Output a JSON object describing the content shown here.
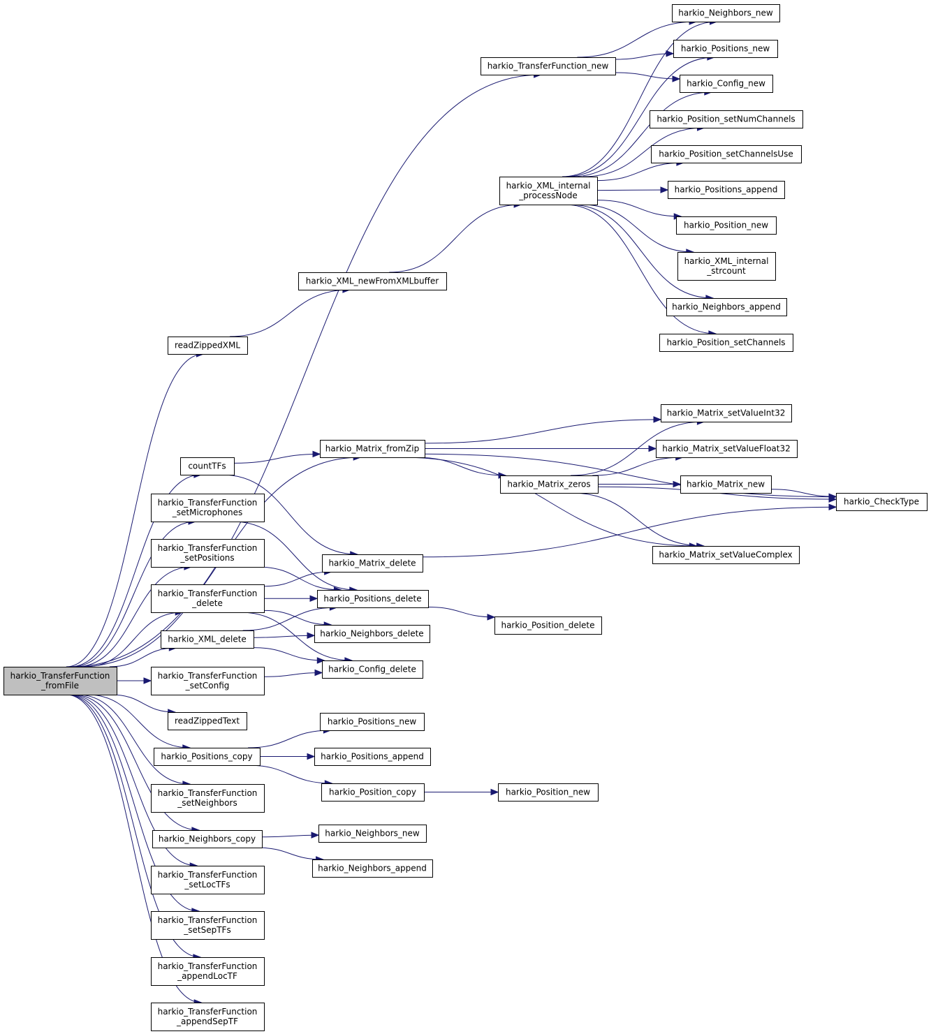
{
  "diagram": {
    "type": "call-graph",
    "root": "root",
    "nodes": [
      {
        "id": "root",
        "lines": [
          "harkio_TransferFunction",
          "_fromFile"
        ],
        "highlight": true
      },
      {
        "id": "tf_new",
        "lines": [
          "harkio_TransferFunction_new"
        ]
      },
      {
        "id": "nb_new_top",
        "lines": [
          "harkio_Neighbors_new"
        ]
      },
      {
        "id": "pos_new_top",
        "lines": [
          "harkio_Positions_new"
        ]
      },
      {
        "id": "cfg_new",
        "lines": [
          "harkio_Config_new"
        ]
      },
      {
        "id": "set_num_ch",
        "lines": [
          "harkio_Position_setNumChannels"
        ]
      },
      {
        "id": "set_ch_use",
        "lines": [
          "harkio_Position_setChannelsUse"
        ]
      },
      {
        "id": "positions_append_top",
        "lines": [
          "harkio_Positions_append"
        ]
      },
      {
        "id": "position_new_top",
        "lines": [
          "harkio_Position_new"
        ]
      },
      {
        "id": "strcount",
        "lines": [
          "harkio_XML_internal",
          "_strcount"
        ]
      },
      {
        "id": "nb_append_top",
        "lines": [
          "harkio_Neighbors_append"
        ]
      },
      {
        "id": "set_channels",
        "lines": [
          "harkio_Position_setChannels"
        ]
      },
      {
        "id": "process_node",
        "lines": [
          "harkio_XML_internal",
          "_processNode"
        ]
      },
      {
        "id": "xml_from_buf",
        "lines": [
          "harkio_XML_newFromXMLbuffer"
        ]
      },
      {
        "id": "read_zipped_xml",
        "lines": [
          "readZippedXML"
        ]
      },
      {
        "id": "matrix_from_zip",
        "lines": [
          "harkio_Matrix_fromZip"
        ]
      },
      {
        "id": "set_int32",
        "lines": [
          "harkio_Matrix_setValueInt32"
        ]
      },
      {
        "id": "set_float32",
        "lines": [
          "harkio_Matrix_setValueFloat32"
        ]
      },
      {
        "id": "matrix_zeros",
        "lines": [
          "harkio_Matrix_zeros"
        ]
      },
      {
        "id": "matrix_new",
        "lines": [
          "harkio_Matrix_new"
        ]
      },
      {
        "id": "check_type",
        "lines": [
          "harkio_CheckType"
        ]
      },
      {
        "id": "set_complex",
        "lines": [
          "harkio_Matrix_setValueComplex"
        ]
      },
      {
        "id": "count_tfs",
        "lines": [
          "countTFs"
        ]
      },
      {
        "id": "set_mics",
        "lines": [
          "harkio_TransferFunction",
          "_setMicrophones"
        ]
      },
      {
        "id": "set_positions",
        "lines": [
          "harkio_TransferFunction",
          "_setPositions"
        ]
      },
      {
        "id": "tf_delete",
        "lines": [
          "harkio_TransferFunction",
          "_delete"
        ]
      },
      {
        "id": "matrix_delete",
        "lines": [
          "harkio_Matrix_delete"
        ]
      },
      {
        "id": "positions_delete",
        "lines": [
          "harkio_Positions_delete"
        ]
      },
      {
        "id": "position_delete",
        "lines": [
          "harkio_Position_delete"
        ]
      },
      {
        "id": "xml_delete",
        "lines": [
          "harkio_XML_delete"
        ]
      },
      {
        "id": "neighbors_delete",
        "lines": [
          "harkio_Neighbors_delete"
        ]
      },
      {
        "id": "config_delete",
        "lines": [
          "harkio_Config_delete"
        ]
      },
      {
        "id": "set_config",
        "lines": [
          "harkio_TransferFunction",
          "_setConfig"
        ]
      },
      {
        "id": "read_zipped_text",
        "lines": [
          "readZippedText"
        ]
      },
      {
        "id": "positions_copy",
        "lines": [
          "harkio_Positions_copy"
        ]
      },
      {
        "id": "positions_new_mid",
        "lines": [
          "harkio_Positions_new"
        ]
      },
      {
        "id": "positions_append_mid",
        "lines": [
          "harkio_Positions_append"
        ]
      },
      {
        "id": "position_copy",
        "lines": [
          "harkio_Position_copy"
        ]
      },
      {
        "id": "position_new_mid",
        "lines": [
          "harkio_Position_new"
        ]
      },
      {
        "id": "set_neighbors",
        "lines": [
          "harkio_TransferFunction",
          "_setNeighbors"
        ]
      },
      {
        "id": "neighbors_copy",
        "lines": [
          "harkio_Neighbors_copy"
        ]
      },
      {
        "id": "neighbors_new_mid",
        "lines": [
          "harkio_Neighbors_new"
        ]
      },
      {
        "id": "neighbors_append_mid",
        "lines": [
          "harkio_Neighbors_append"
        ]
      },
      {
        "id": "set_loc_tfs",
        "lines": [
          "harkio_TransferFunction",
          "_setLocTFs"
        ]
      },
      {
        "id": "set_sep_tfs",
        "lines": [
          "harkio_TransferFunction",
          "_setSepTFs"
        ]
      },
      {
        "id": "append_loc_tf",
        "lines": [
          "harkio_TransferFunction",
          "_appendLocTF"
        ]
      },
      {
        "id": "append_sep_tf",
        "lines": [
          "harkio_TransferFunction",
          "_appendSepTF"
        ]
      }
    ],
    "edges": [
      [
        "root",
        "tf_new"
      ],
      [
        "root",
        "read_zipped_xml"
      ],
      [
        "root",
        "matrix_from_zip"
      ],
      [
        "root",
        "count_tfs"
      ],
      [
        "root",
        "set_mics"
      ],
      [
        "root",
        "set_positions"
      ],
      [
        "root",
        "tf_delete"
      ],
      [
        "root",
        "xml_delete"
      ],
      [
        "root",
        "set_config"
      ],
      [
        "root",
        "read_zipped_text"
      ],
      [
        "root",
        "positions_copy"
      ],
      [
        "root",
        "set_neighbors"
      ],
      [
        "root",
        "neighbors_copy"
      ],
      [
        "root",
        "set_loc_tfs"
      ],
      [
        "root",
        "set_sep_tfs"
      ],
      [
        "root",
        "append_loc_tf"
      ],
      [
        "root",
        "append_sep_tf"
      ],
      [
        "tf_new",
        "nb_new_top"
      ],
      [
        "tf_new",
        "pos_new_top"
      ],
      [
        "tf_new",
        "cfg_new"
      ],
      [
        "read_zipped_xml",
        "xml_from_buf"
      ],
      [
        "xml_from_buf",
        "process_node"
      ],
      [
        "process_node",
        "nb_new_top"
      ],
      [
        "process_node",
        "pos_new_top"
      ],
      [
        "process_node",
        "cfg_new"
      ],
      [
        "process_node",
        "set_num_ch"
      ],
      [
        "process_node",
        "set_ch_use"
      ],
      [
        "process_node",
        "positions_append_top"
      ],
      [
        "process_node",
        "position_new_top"
      ],
      [
        "process_node",
        "strcount"
      ],
      [
        "process_node",
        "nb_append_top"
      ],
      [
        "process_node",
        "set_channels"
      ],
      [
        "matrix_from_zip",
        "check_type"
      ],
      [
        "matrix_from_zip",
        "set_int32"
      ],
      [
        "matrix_from_zip",
        "set_float32"
      ],
      [
        "matrix_from_zip",
        "matrix_zeros"
      ],
      [
        "matrix_from_zip",
        "set_complex"
      ],
      [
        "matrix_zeros",
        "set_int32"
      ],
      [
        "matrix_zeros",
        "set_float32"
      ],
      [
        "matrix_zeros",
        "matrix_new"
      ],
      [
        "matrix_zeros",
        "check_type"
      ],
      [
        "matrix_zeros",
        "set_complex"
      ],
      [
        "matrix_new",
        "check_type"
      ],
      [
        "count_tfs",
        "matrix_from_zip"
      ],
      [
        "count_tfs",
        "matrix_delete"
      ],
      [
        "set_mics",
        "positions_delete"
      ],
      [
        "set_positions",
        "positions_delete"
      ],
      [
        "tf_delete",
        "matrix_delete"
      ],
      [
        "tf_delete",
        "positions_delete"
      ],
      [
        "tf_delete",
        "neighbors_delete"
      ],
      [
        "tf_delete",
        "config_delete"
      ],
      [
        "matrix_delete",
        "check_type"
      ],
      [
        "positions_delete",
        "position_delete"
      ],
      [
        "xml_delete",
        "positions_delete"
      ],
      [
        "xml_delete",
        "neighbors_delete"
      ],
      [
        "xml_delete",
        "config_delete"
      ],
      [
        "set_config",
        "config_delete"
      ],
      [
        "positions_copy",
        "positions_new_mid"
      ],
      [
        "positions_copy",
        "positions_append_mid"
      ],
      [
        "positions_copy",
        "position_copy"
      ],
      [
        "position_copy",
        "position_new_mid"
      ],
      [
        "neighbors_copy",
        "neighbors_new_mid"
      ],
      [
        "neighbors_copy",
        "neighbors_append_mid"
      ]
    ]
  }
}
